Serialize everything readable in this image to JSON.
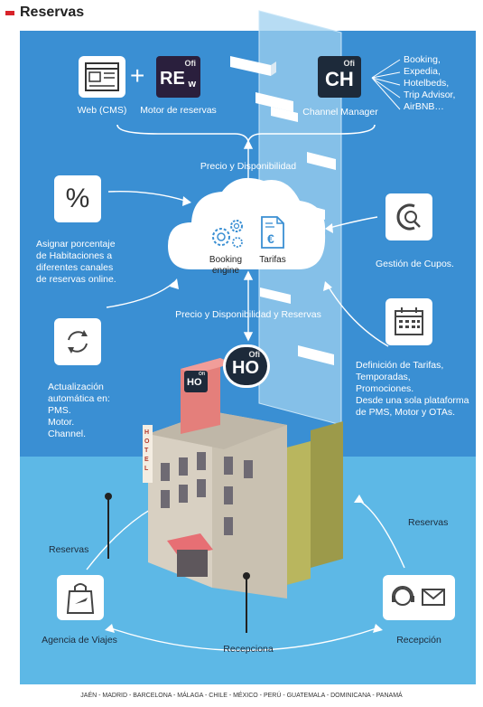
{
  "header": {
    "title": "Reservas"
  },
  "top": {
    "web_label": "Web (CMS)",
    "plus": "+",
    "motor_label": "Motor de reservas",
    "motor_logo": {
      "small": "Ofi",
      "big": "RE",
      "sub": "w"
    },
    "channel_logo": {
      "small": "Ofi",
      "big": "CH"
    },
    "channel_label": "Channel Manager",
    "channels": [
      "Booking,",
      "Expedia,",
      "Hotelbeds,",
      "Trip Advisor,",
      "AirBNB…"
    ]
  },
  "flow": {
    "precio_disp": "Precio y Disponibilidad",
    "precio_disp_res": "Precio y Disponibilidad y Reservas"
  },
  "cloud": {
    "booking_label": "Booking\nengine",
    "tarifas_label": "Tarifas",
    "euro": "€"
  },
  "left": {
    "percent_symbol": "%",
    "percent_label": "Asignar porcentaje\nde Habitaciones a\ndiferentes canales\nde reservas online.",
    "update_label": "Actualización\nautomática en:\nPMS.\nMotor.\nChannel."
  },
  "right": {
    "cupos_label": "Gestión de Cupos.",
    "tarifas_label": "Definición de Tarifas,\nTemporadas,\nPromociones.\nDesde una sola plataforma\nde PMS, Motor y OTAs."
  },
  "hotel": {
    "ho_logo": {
      "small": "Ofi",
      "big": "HO"
    },
    "sign": "HOTEL"
  },
  "bottom": {
    "reservas_left": "Reservas",
    "reservas_right": "Reservas",
    "recepciona": "Recepciona",
    "agencia_label": "Agencia de Viajes",
    "recepcion_label": "Recepción"
  },
  "footer": {
    "cities": "JAÉN - MADRID - BARCELONA - MÁLAGA - CHILE - MÉXICO - PERÚ - GUATEMALA - DOMINICANA - PANAMÁ"
  },
  "colors": {
    "sky": "#3a8fd3",
    "sea": "#5db8e6",
    "accent": "#d8232a",
    "logo_dark": "#1d2a3a"
  }
}
